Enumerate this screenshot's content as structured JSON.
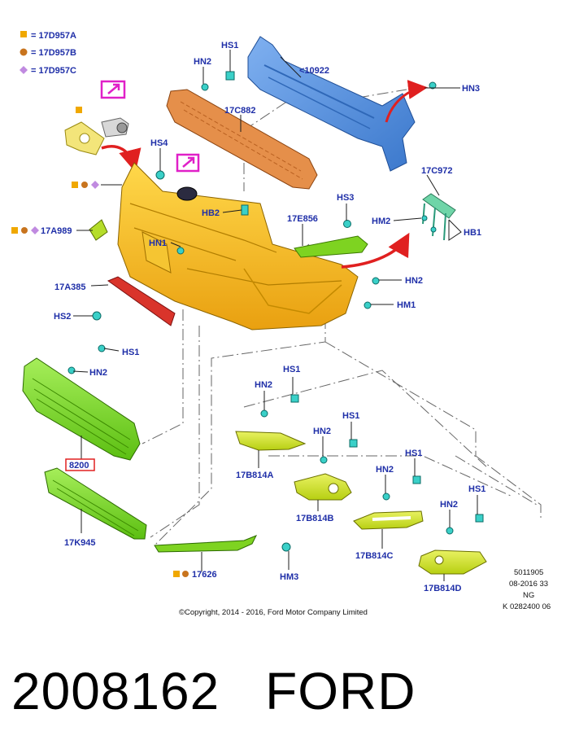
{
  "legend": [
    {
      "label": "= 17D957A",
      "shape": "square",
      "color": "#f0a800"
    },
    {
      "label": "= 17D957B",
      "shape": "circle",
      "color": "#c8741e"
    },
    {
      "label": "= 17D957C",
      "shape": "diamond",
      "color": "#c08ae0"
    }
  ],
  "labels": {
    "hs1_top": "HS1",
    "hn2_top": "HN2",
    "reinf": "<10922",
    "hn3": "HN3",
    "absorber": "17C882",
    "hs4": "HS4",
    "hb2": "HB2",
    "bracket_17c972": "17C972",
    "hm2": "HM2",
    "hb1": "HB1",
    "hs3": "HS3",
    "strip_17e856": "17E856",
    "part_17a989": "17A989",
    "hn1": "HN1",
    "part_17a385": "17A385",
    "hn2_right": "HN2",
    "hm1": "HM1",
    "hs2": "HS2",
    "hs1_grille": "HS1",
    "hn2_grille": "HN2",
    "grille": "8200",
    "lower_grille": "17K945",
    "hs1_a": "HS1",
    "hn2_a": "HN2",
    "bezel_a": "17B814A",
    "hs1_b": "HS1",
    "hn2_b": "HN2",
    "bezel_b": "17B814B",
    "hs1_c": "HS1",
    "hn2_c": "HN2",
    "bezel_c": "17B814C",
    "hs1_d": "HS1",
    "hn2_d": "HN2",
    "bezel_d": "17B814D",
    "lip_17626": "17626",
    "hm3": "HM3"
  },
  "meta": {
    "line1": "5011905",
    "line2": "08-2016 33",
    "line3": "NG",
    "line4": "K 0282400 06"
  },
  "copyright": "©Copyright, 2014 - 2016, Ford Motor Company Limited",
  "caption": {
    "part_number": "2008162",
    "brand": "FORD"
  },
  "colors": {
    "label_text": "#1f2fa8",
    "bumper": "#f2b41c",
    "reinforcement": "#4f8fde",
    "absorber": "#e58f4a",
    "green_parts": "#7ed321",
    "lime_parts": "#cde02a",
    "red_part": "#d9342b",
    "fastener": "#3ad0c8",
    "highlight_box": "#e020c8",
    "label_8200_box": "#e02020"
  },
  "icons": [
    "camera-sensor-icon",
    "emblem-icon",
    "new-part-marker-icon",
    "redirect-arrow-icon"
  ]
}
